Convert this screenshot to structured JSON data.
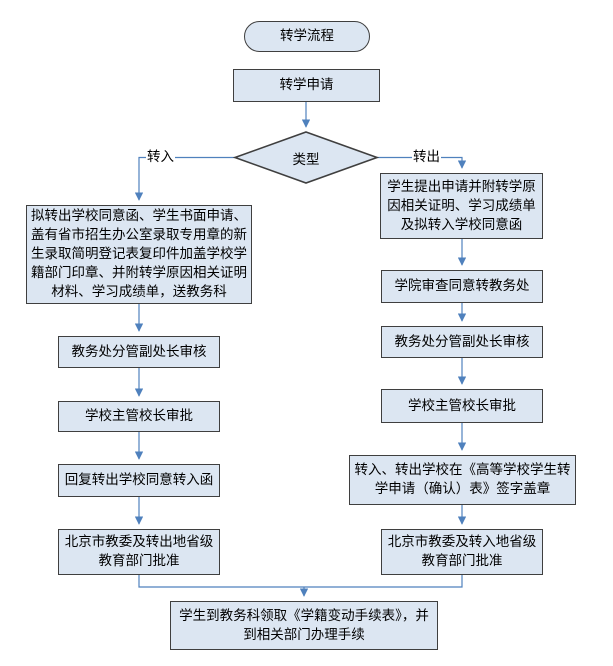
{
  "title": "转学流程",
  "colors": {
    "node_fill": "#dce6f2",
    "node_border": "#3f3f3f",
    "arrow": "#4f81bd"
  },
  "nodes": {
    "start": "转学流程",
    "apply": "转学申请",
    "decision": "类型",
    "branch_in": "转入",
    "branch_out": "转出",
    "in_docs": "拟转出学校同意函、学生书面申请、\n盖有省市招生办公室录取专用章的新\n生录取简明登记表复印件加盖学校学\n籍部门印章、并附转学原因相关证明\n材料、学习成绩单，送教务科",
    "in_review": "教务处分管副处长审核",
    "in_approve": "学校主管校长审批",
    "in_reply": "回复转出学校同意转入函",
    "in_final": "北京市教委及转出地省级\n教育部门批准",
    "out_apply": "学生提出申请并附转学原\n因相关证明、学习成绩单\n及拟转入学校同意函",
    "out_college": "学院审查同意转教务处",
    "out_review": "教务处分管副处长审核",
    "out_approve": "学校主管校长审批",
    "out_sign": "转入、转出学校在《高等学校学生转\n学申请（确认）表》签字盖章",
    "out_final": "北京市教委及转入地省级\n教育部门批准",
    "end": "学生到教务科领取《学籍变动手续表》，并\n到相关部门办理手续"
  }
}
